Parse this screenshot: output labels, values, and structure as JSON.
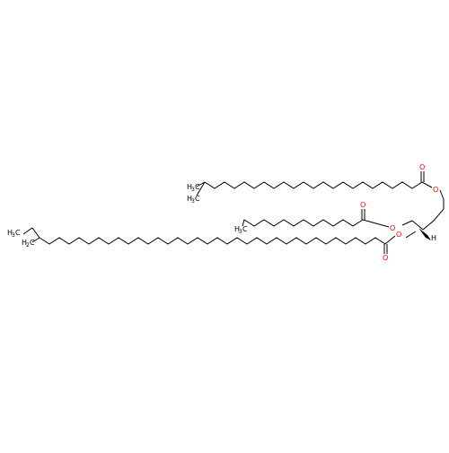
{
  "molecule": {
    "atom_labels": {
      "oxygen": "O",
      "carbon": "C",
      "hydrogen": "H",
      "methyl_h": "H",
      "methyl_c": "C",
      "subscript_three": "3",
      "subscript_two": "2"
    },
    "colors": {
      "bond": "#000000",
      "oxygen": "#ff0000",
      "background": "#ffffff"
    }
  }
}
